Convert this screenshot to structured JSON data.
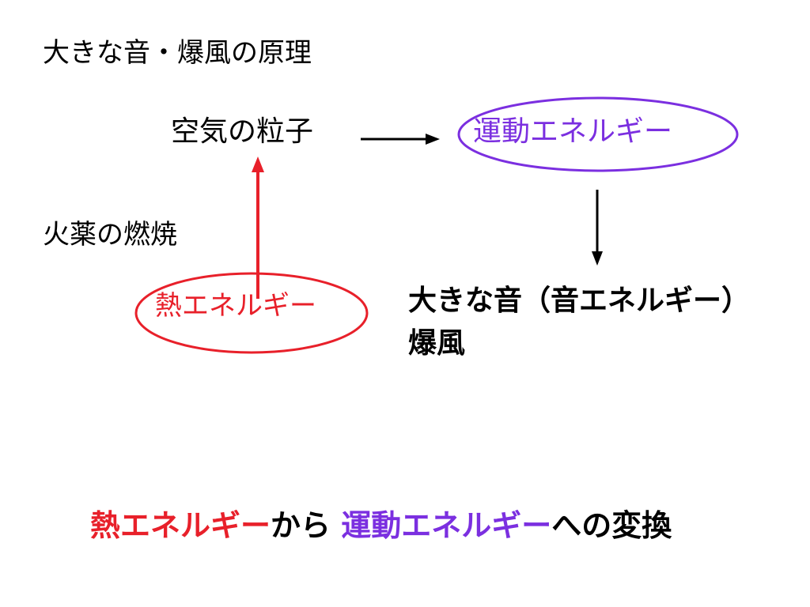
{
  "title": "大きな音・爆風の原理",
  "diagram": {
    "particles": "空気の粒子",
    "kinetic_energy": "運動エネルギー",
    "combustion": "火薬の燃焼",
    "thermal_energy": "熱エネルギー",
    "sound": "大きな音（音エネルギー）",
    "blast": "爆風"
  },
  "summary": {
    "part1": "熱エネルギー",
    "part2": "から ",
    "part3": "運動エネルギー",
    "part4": "への変換"
  },
  "colors": {
    "red": "#e8202a",
    "purple": "#7b2fe0",
    "black": "#000000"
  }
}
